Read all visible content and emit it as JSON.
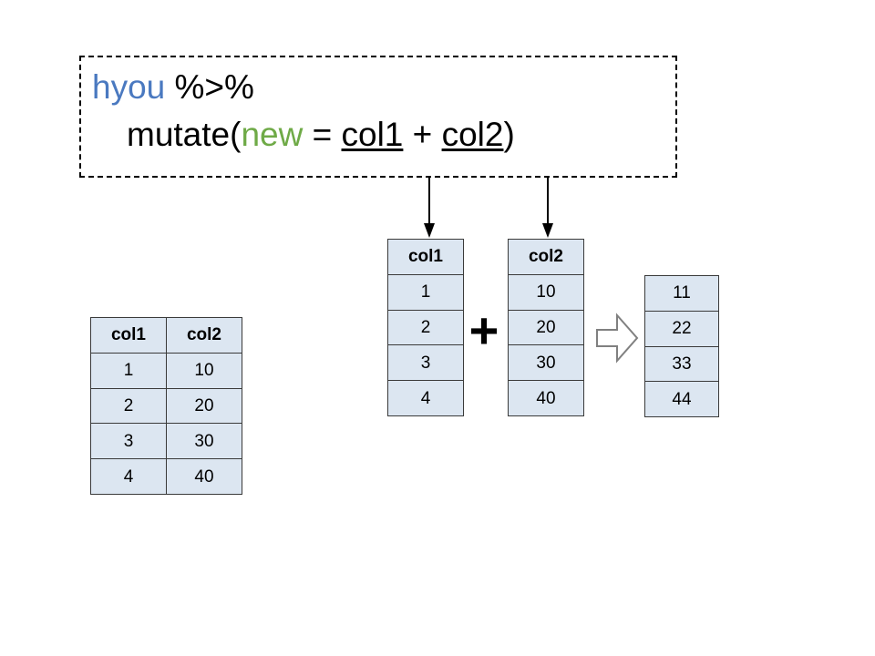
{
  "code_block": {
    "line1": {
      "dataset": "hyou",
      "pipe": " %>%"
    },
    "line2": {
      "fn_open": "mutate(",
      "new_col": "new",
      "equals": " = ",
      "operand1": "col1",
      "plus": " + ",
      "operand2": "col2",
      "close": ")"
    }
  },
  "colors": {
    "dataset_blue": "#4a79c0",
    "new_green": "#6faa47",
    "cell_fill": "#dce6f1",
    "cell_border": "#3a3a3a",
    "text_black": "#000000"
  },
  "source_table": {
    "headers": [
      "col1",
      "col2"
    ],
    "rows": [
      [
        "1",
        "10"
      ],
      [
        "2",
        "20"
      ],
      [
        "3",
        "30"
      ],
      [
        "4",
        "40"
      ]
    ]
  },
  "operand_col1": {
    "header": "col1",
    "values": [
      "1",
      "2",
      "3",
      "4"
    ]
  },
  "operand_col2": {
    "header": "col2",
    "values": [
      "10",
      "20",
      "30",
      "40"
    ]
  },
  "result_table": {
    "values": [
      "11",
      "22",
      "33",
      "44"
    ]
  },
  "operators": {
    "plus": "+"
  },
  "icons": {
    "arrow_to_col1": "down-arrow-icon",
    "arrow_to_col2": "down-arrow-icon",
    "result_arrow": "block-arrow-right-icon"
  }
}
